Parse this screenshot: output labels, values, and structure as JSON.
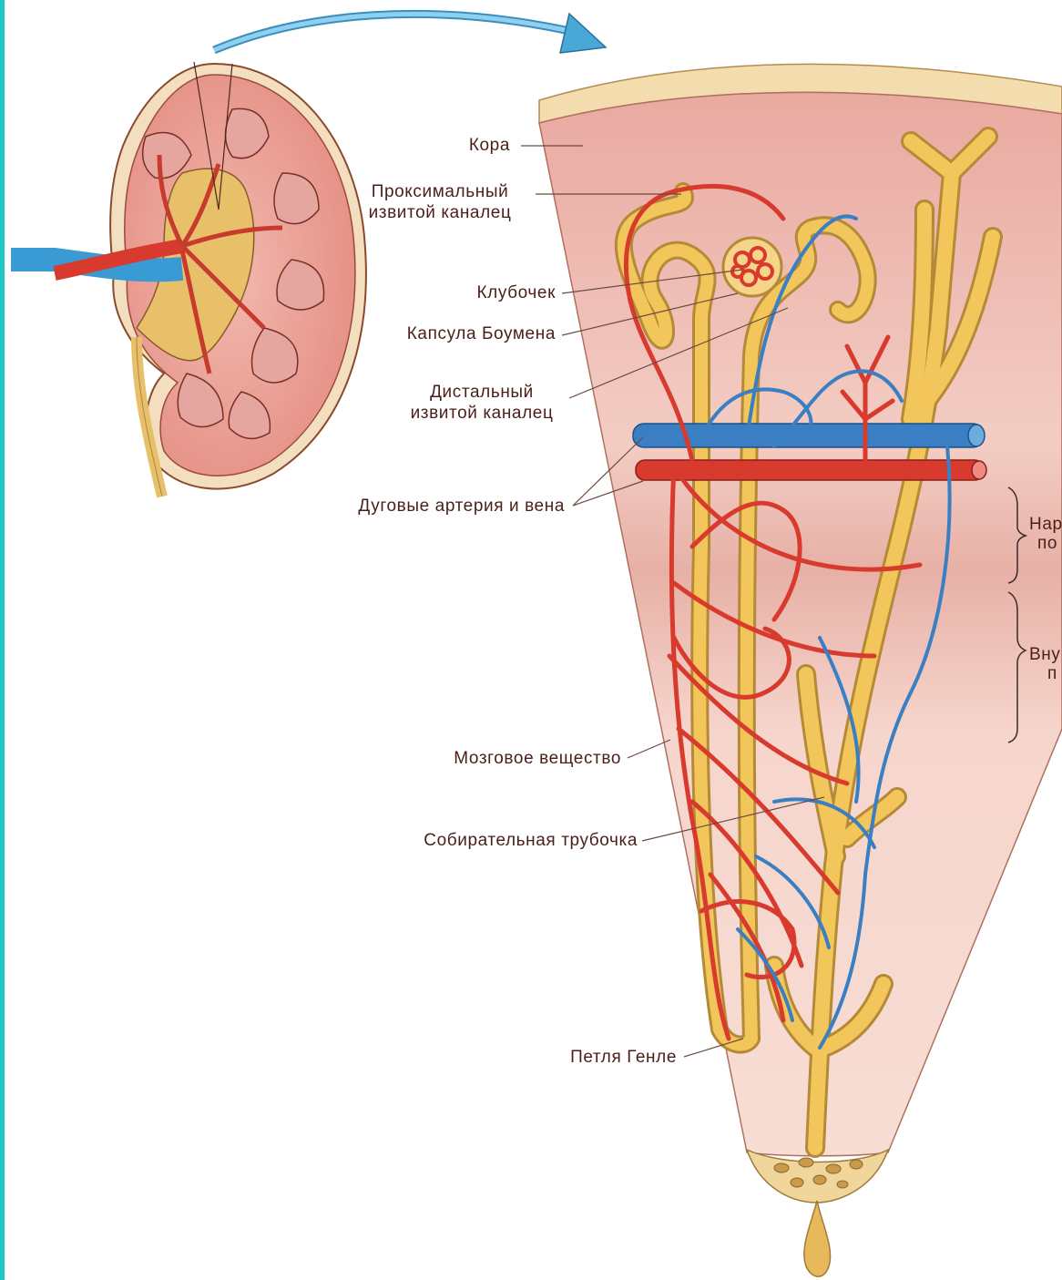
{
  "labels": {
    "cortex": "Кора",
    "proximal_line1": "Проксимальный",
    "proximal_line2": "извитой каналец",
    "glomerulus": "Клубочек",
    "bowman": "Капсула Боумена",
    "distal_line1": "Дистальный",
    "distal_line2": "извитой каналец",
    "arcuate": "Дуговые артерия и вена",
    "medulla": "Мозговое вещество",
    "collecting": "Собирательная трубочка",
    "henle": "Петля Генле",
    "outer_zone_line1": "Нар",
    "outer_zone_line2": "по",
    "inner_zone_line1": "Вну",
    "inner_zone_line2": "п"
  },
  "colors": {
    "artery": "#d83a2e",
    "vein": "#3a7fc4",
    "tubule": "#f2c65a",
    "cortex": "#eaa39a",
    "medulla": "#f1c4b8",
    "capsule": "#f3dcae",
    "frame_accent": "#1ec9c4"
  }
}
